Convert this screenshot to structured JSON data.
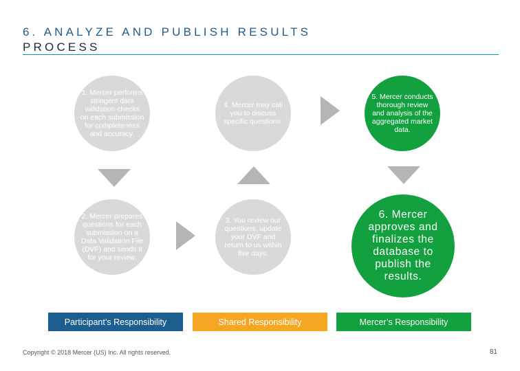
{
  "title": {
    "line1": "6. ANALYZE AND PUBLISH RESULTS",
    "line2": "PROCESS"
  },
  "steps": {
    "step1": "1. Mercer performs stringent data validation checks on each submission for completeness and accuracy.",
    "step2": "2. Mercer prepares questions for each submission on a Data Validation File (DVF) and sends it for your review.",
    "step3": "3. You review our questions, update your DVF and return to us within five days.",
    "step4": "4. Mercer may call you to discuss specific questions.",
    "step5": "5. Mercer conducts thorough review and analysis of the aggregated market data.",
    "step6": "6. Mercer approves and finalizes the database to publish the results."
  },
  "responsibilities": {
    "participant": "Participant’s Responsibility",
    "shared": "Shared Responsibility",
    "mercer": "Mercer’s Responsibility"
  },
  "footer": {
    "copyright": "Copyright © 2018 Mercer (US) Inc. All rights reserved.",
    "page_number": "81"
  },
  "colors": {
    "title": "#1f5c8c",
    "circle_gray": "#d9d9d9",
    "circle_green": "#12a13e",
    "arrow_gray": "#b5b5b5",
    "participant_blue": "#1c5e8f",
    "shared_amber": "#f5a623",
    "mercer_green": "#12a13e"
  }
}
